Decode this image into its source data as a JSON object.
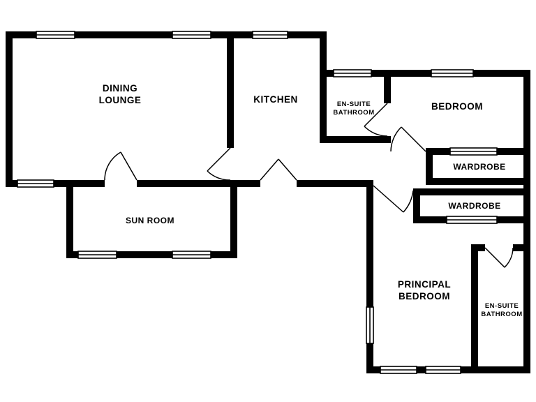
{
  "colors": {
    "wall": "#000000",
    "background": "#ffffff"
  },
  "rooms": {
    "dining_lounge": {
      "line1": "DINING",
      "line2": "LOUNGE"
    },
    "kitchen": {
      "label": "KITCHEN"
    },
    "ensuite_top": {
      "line1": "EN-SUITE",
      "line2": "BATHROOM"
    },
    "bedroom": {
      "label": "BEDROOM"
    },
    "wardrobe_top": {
      "label": "WARDROBE"
    },
    "wardrobe_bottom": {
      "label": "WARDROBE"
    },
    "sun_room": {
      "label": "SUN ROOM"
    },
    "principal_bedroom": {
      "line1": "PRINCIPAL",
      "line2": "BEDROOM"
    },
    "ensuite_bottom": {
      "line1": "EN-SUITE",
      "line2": "BATHROOM"
    }
  }
}
